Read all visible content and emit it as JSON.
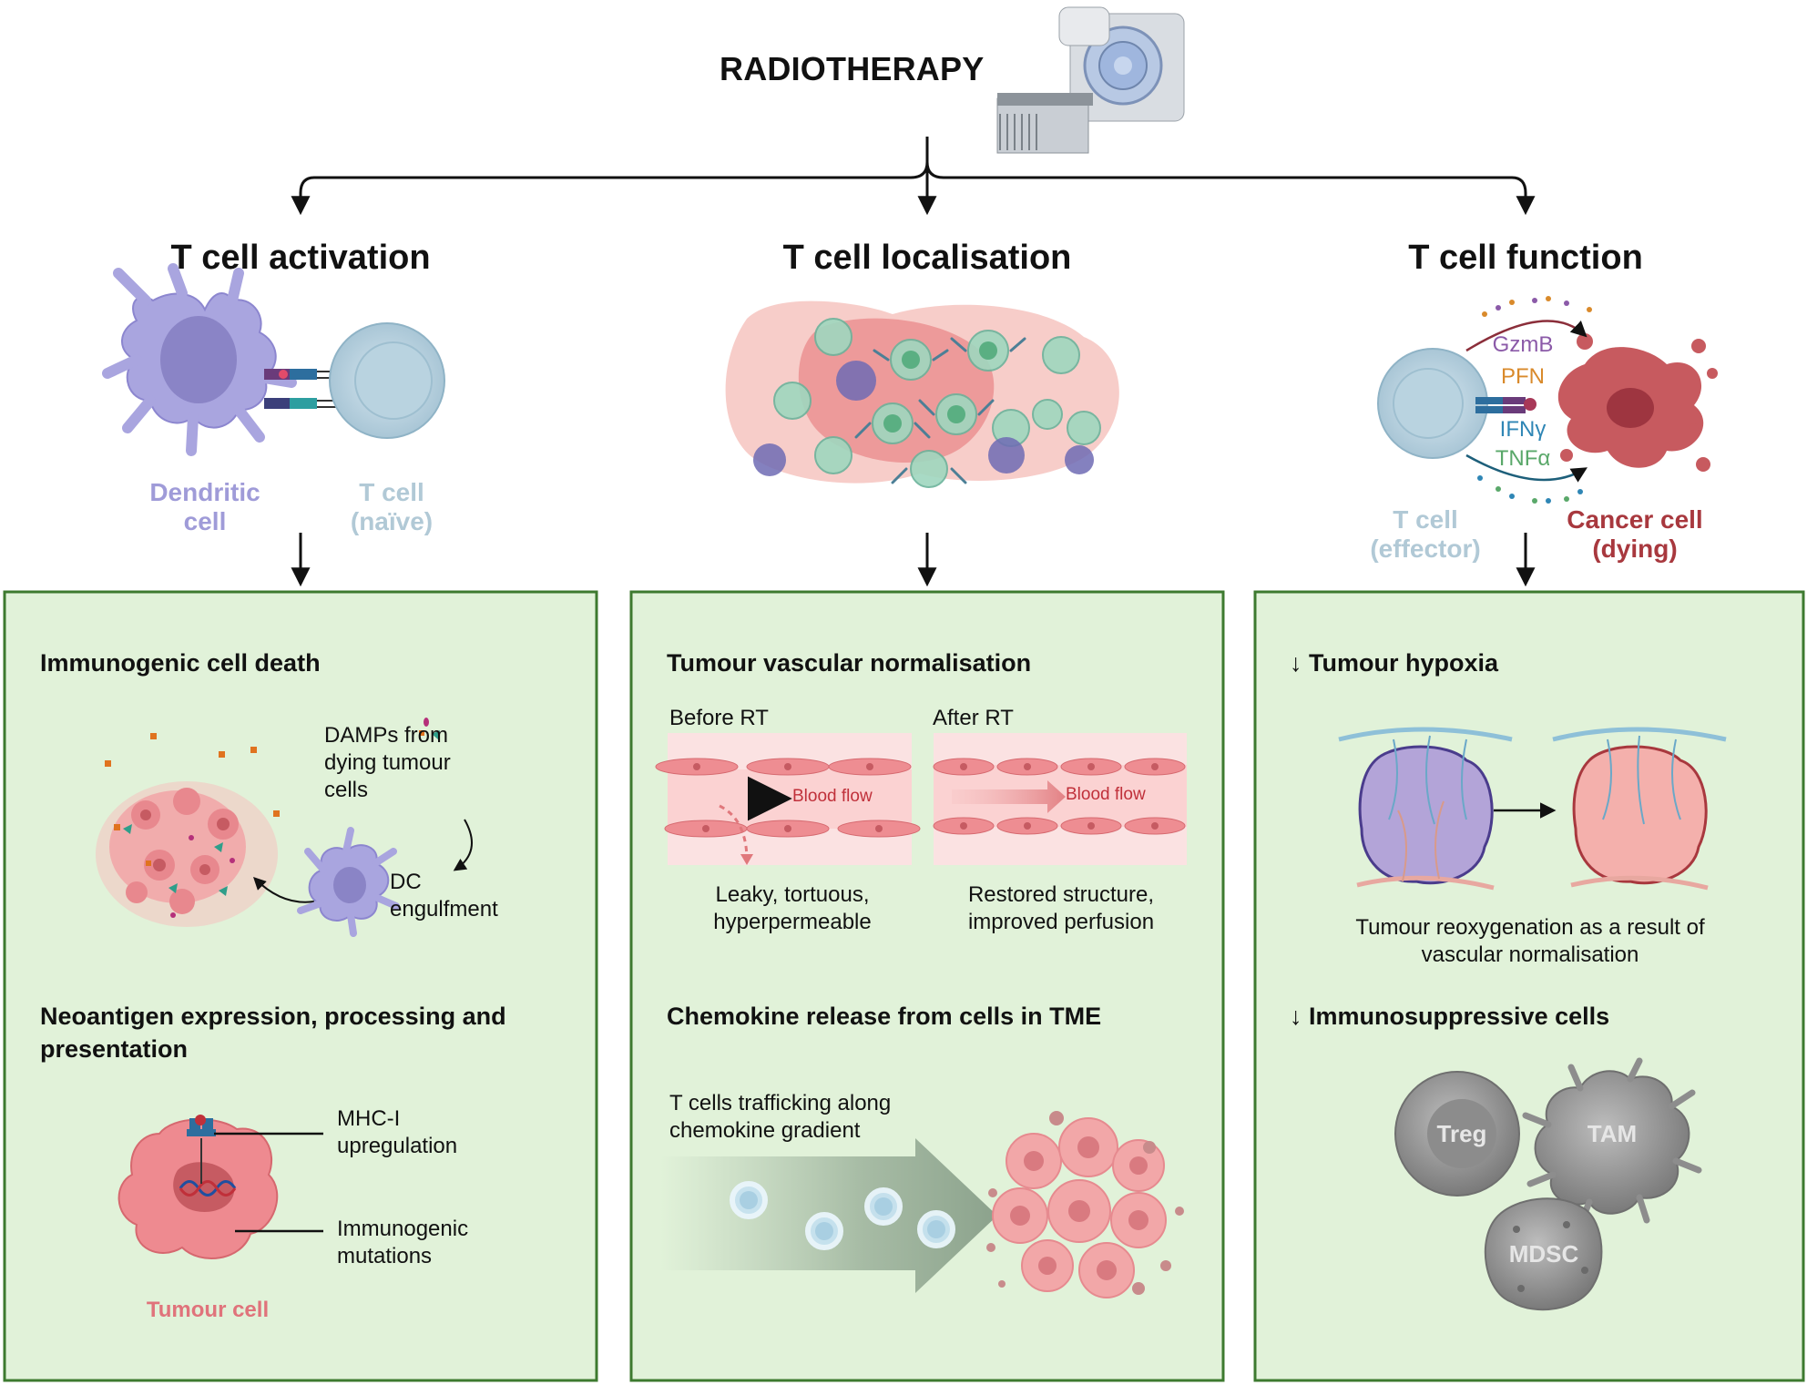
{
  "title": "RADIOTHERAPY",
  "columns": {
    "activation": {
      "title": "T cell activation",
      "dendritic_label": "Dendritic cell",
      "tcell_label": "T cell (naïve)",
      "panel": {
        "icd_title": "Immunogenic cell death",
        "damps_text": "DAMPs from dying tumour cells",
        "dc_text": "DC engulfment",
        "neo_title": "Neoantigen expression, processing and presentation",
        "mhc_text": "MHC-I upregulation",
        "mut_text": "Immunogenic mutations",
        "tumour_cell": "Tumour cell"
      }
    },
    "localisation": {
      "title": "T cell localisation",
      "panel": {
        "vasc_title": "Tumour vascular normalisation",
        "before": "Before RT",
        "after": "After RT",
        "blood_flow": "Blood flow",
        "before_desc": "Leaky, tortuous, hyperpermeable",
        "after_desc": "Restored structure, improved perfusion",
        "chem_title": "Chemokine release from cells in TME",
        "traffic_text": "T cells trafficking along chemokine gradient"
      }
    },
    "function": {
      "title": "T cell function",
      "molecules": [
        {
          "name": "GzmB",
          "color": "#8b5aa8"
        },
        {
          "name": "PFN",
          "color": "#d98a2b"
        },
        {
          "name": "IFNγ",
          "color": "#2f86b5"
        },
        {
          "name": "TNFα",
          "color": "#5aa86a"
        }
      ],
      "tcell_label": "T cell (effector)",
      "cancer_label": "Cancer cell (dying)",
      "panel": {
        "hypoxia_title": "↓ Tumour hypoxia",
        "reox_text": "Tumour reoxygenation as a result of vascular normalisation",
        "immuno_title": "↓ Immunosuppressive cells",
        "cells": [
          "Treg",
          "TAM",
          "MDSC"
        ]
      }
    }
  },
  "colors": {
    "panel_bg": "#e1f2d9",
    "panel_border": "#3d7a2f",
    "dendritic": "#9f9bd8",
    "tcell": "#b9d3e0",
    "cancer": "#a8383e",
    "tumour": "#e8888e"
  }
}
